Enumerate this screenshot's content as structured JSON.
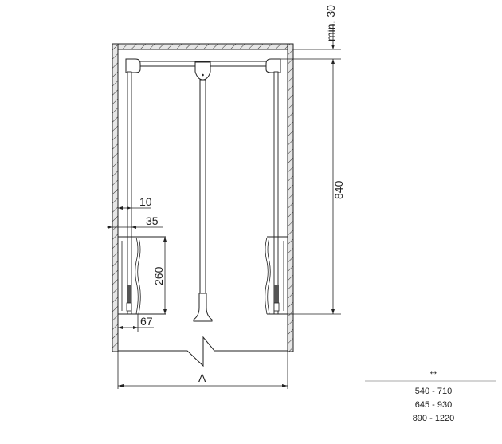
{
  "dimensions": {
    "min_top": "min. 30",
    "height": "840",
    "d10": "10",
    "d35": "35",
    "basket_height": "260",
    "d67": "67",
    "width_label": "A"
  },
  "table": {
    "header_icon": "left-right-arrow-icon",
    "header_symbol": "↔",
    "rows": [
      "540 - 710",
      "645 - 930",
      "890 - 1220"
    ]
  }
}
